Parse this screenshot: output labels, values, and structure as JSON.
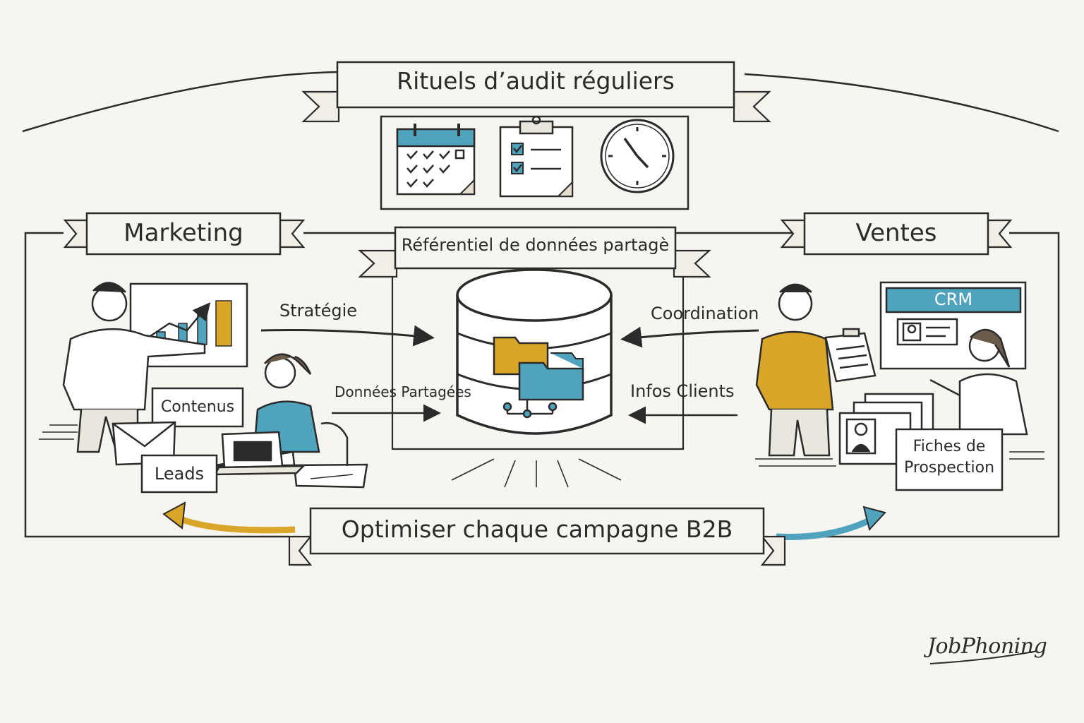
{
  "banners": {
    "audit": "Rituels d’audit réguliers",
    "marketing": "Marketing",
    "shared_repo": "Référentiel de données partagè",
    "sales": "Ventes",
    "campaign": "Optimiser chaque campagne B2B"
  },
  "flows": {
    "strategy": "Stratégie",
    "shared_data": "Données Partagées",
    "coordination": "Coordination",
    "client_info": "Infos Clients"
  },
  "marketing_items": {
    "contents": "Contenus",
    "leads": "Leads"
  },
  "sales_items": {
    "crm": "CRM",
    "prospect_line1": "Fiches de",
    "prospect_line2": "Prospection"
  },
  "brand": "JobPhoning",
  "colors": {
    "ink": "#2b2b2b",
    "blue": "#4fa3bd",
    "yellow": "#d9a62a",
    "paper": "#f7f5f0"
  }
}
